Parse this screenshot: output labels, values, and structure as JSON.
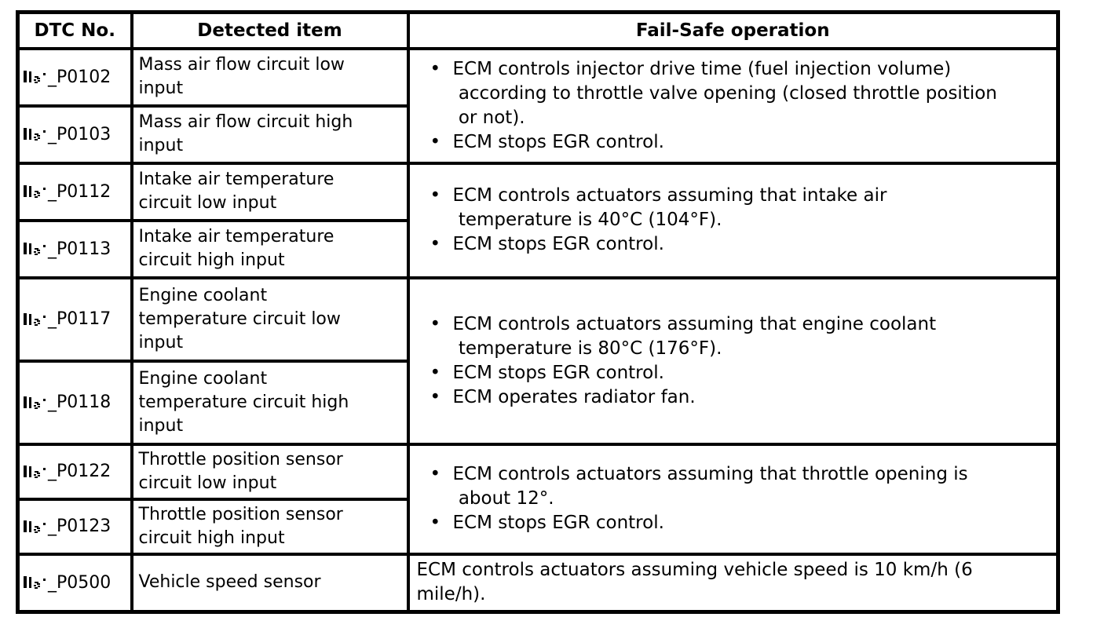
{
  "table": {
    "headers": {
      "dtc": "DTC No.",
      "item": "Detected item",
      "failsafe": "Fail-Safe operation"
    },
    "bullet_char": "•",
    "rows": [
      {
        "dtc": "_P0102",
        "item": "Mass air flow circuit low\ninput"
      },
      {
        "dtc": "_P0103",
        "item": "Mass air flow circuit high\ninput"
      },
      {
        "dtc": "_P0112",
        "item": "Intake air temperature\ncircuit low input"
      },
      {
        "dtc": "_P0113",
        "item": "Intake air temperature\ncircuit high input"
      },
      {
        "dtc": "_P0117",
        "item": "Engine coolant\ntemperature circuit low\ninput"
      },
      {
        "dtc": "_P0118",
        "item": "Engine coolant\ntemperature circuit high\ninput"
      },
      {
        "dtc": "_P0122",
        "item": "Throttle position sensor\ncircuit low input"
      },
      {
        "dtc": "_P0123",
        "item": "Throttle position sensor\ncircuit high input"
      },
      {
        "dtc": "_P0500",
        "item": "Vehicle speed sensor"
      }
    ],
    "failsafe": {
      "group1": {
        "bullet1": "ECM controls injector drive time (fuel injection volume)\n according to throttle valve opening (closed throttle position\n or not).",
        "bullet2": "ECM stops EGR control."
      },
      "group2": {
        "bullet1": "ECM controls actuators assuming that intake air\n temperature is 40°C (104°F).",
        "bullet2": "ECM stops EGR control."
      },
      "group3": {
        "bullet1": "ECM controls actuators assuming that engine coolant\n temperature is 80°C (176°F).",
        "bullet2": "ECM stops EGR control.",
        "bullet3": "ECM operates radiator fan."
      },
      "group4": {
        "bullet1": "ECM controls actuators assuming that throttle opening is\n about 12°.",
        "bullet2": "ECM stops EGR control."
      },
      "row9": "ECM controls actuators assuming vehicle speed is 10 km/h (6\nmile/h)."
    }
  },
  "colors": {
    "text": "#000000",
    "border": "#000000",
    "background": "#ffffff"
  }
}
